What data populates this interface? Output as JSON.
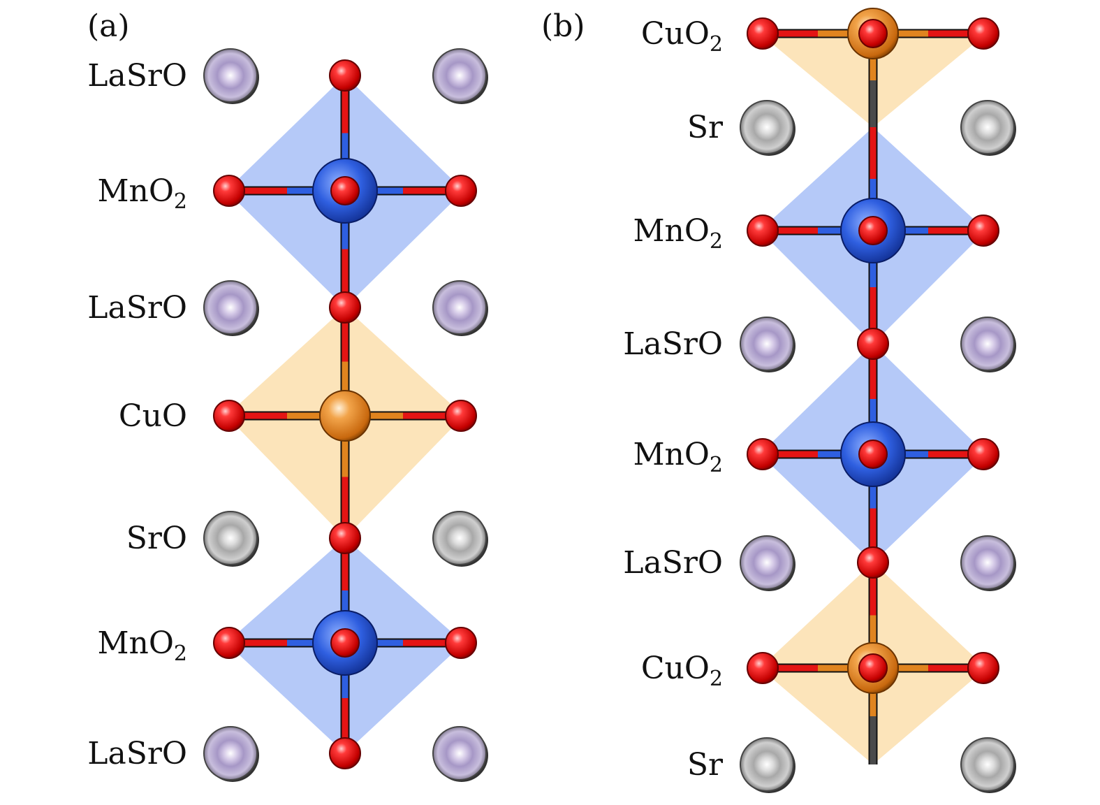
{
  "colors": {
    "oxygen": "#e41414",
    "manganese": "#2f5fe0",
    "copper": "#e0841f",
    "lasr": "#b9aed1",
    "sr": "#bdbdbd",
    "octahedron_mn": "#a8c0f7",
    "octahedron_cu": "#fbdfae",
    "bond_dark": "#4a4a4a"
  },
  "panels": [
    {
      "tag": "(a)",
      "layers": [
        {
          "kind": "cation",
          "element": "lasr",
          "label": "LaSrO"
        },
        {
          "kind": "plane",
          "element": "mn",
          "label": "MnO",
          "sub": "2"
        },
        {
          "kind": "cation",
          "element": "lasr",
          "label": "LaSrO"
        },
        {
          "kind": "plane",
          "element": "cu",
          "label": "CuO"
        },
        {
          "kind": "cation",
          "element": "sr",
          "label": "SrO"
        },
        {
          "kind": "plane",
          "element": "mn",
          "label": "MnO",
          "sub": "2"
        },
        {
          "kind": "cation",
          "element": "lasr",
          "label": "LaSrO"
        }
      ]
    },
    {
      "tag": "(b)",
      "layers": [
        {
          "kind": "plane",
          "element": "cu",
          "label": "CuO",
          "sub": "2"
        },
        {
          "kind": "cation",
          "element": "sr",
          "label": "Sr"
        },
        {
          "kind": "plane",
          "element": "mn",
          "label": "MnO",
          "sub": "2"
        },
        {
          "kind": "cation",
          "element": "lasr",
          "label": "LaSrO"
        },
        {
          "kind": "plane",
          "element": "mn",
          "label": "MnO",
          "sub": "2"
        },
        {
          "kind": "cation",
          "element": "lasr",
          "label": "LaSrO"
        },
        {
          "kind": "plane",
          "element": "cu",
          "label": "CuO",
          "sub": "2"
        },
        {
          "kind": "cation",
          "element": "sr",
          "label": "Sr"
        }
      ]
    }
  ]
}
